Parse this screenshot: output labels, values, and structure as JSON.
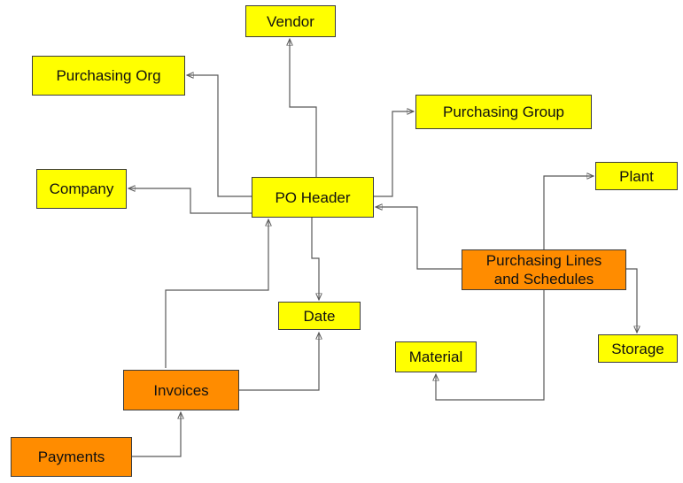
{
  "colors": {
    "entity": "#ffff00",
    "transaction": "#ff8c00",
    "edge": "#595959"
  },
  "nodes": {
    "vendor": "Vendor",
    "purchasing_org": "Purchasing Org",
    "purchasing_group": "Purchasing Group",
    "company": "Company",
    "po_header": "PO Header",
    "plant": "Plant",
    "purchasing_lines_1": "Purchasing Lines",
    "purchasing_lines_2": "and Schedules",
    "date": "Date",
    "material": "Material",
    "storage": "Storage",
    "invoices": "Invoices",
    "payments": "Payments"
  }
}
